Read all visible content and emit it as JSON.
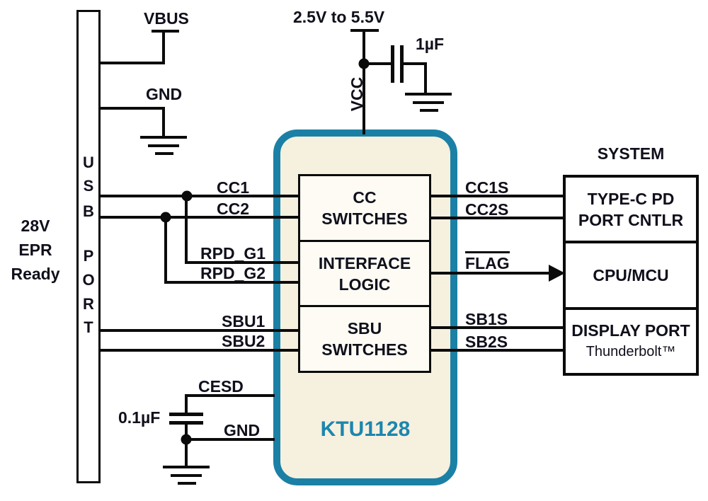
{
  "figure": {
    "chip_name": "KTU1128",
    "supply_note": "2.5V to 5.5V",
    "labels": {
      "vbus": "VBUS",
      "gnd_top": "GND",
      "vcc": "VCC",
      "cap_vcc": "1µF",
      "cap_cesd": "0.1µF",
      "gnd_bottom": "GND",
      "system": "SYSTEM"
    },
    "port_note": {
      "line1": "28V",
      "line2": "EPR",
      "line3": "Ready"
    },
    "usb_port": {
      "letters": [
        "U",
        "S",
        "B",
        "P",
        "O",
        "R",
        "T"
      ]
    },
    "chip_blocks": [
      {
        "line1": "CC",
        "line2": "SWITCHES"
      },
      {
        "line1": "INTERFACE",
        "line2": "LOGIC"
      },
      {
        "line1": "SBU",
        "line2": "SWITCHES"
      }
    ],
    "pins_left": {
      "cc1": "CC1",
      "cc2": "CC2",
      "rpd_g1": "RPD_G1",
      "rpd_g2": "RPD_G2",
      "sbu1": "SBU1",
      "sbu2": "SBU2",
      "cesd": "CESD"
    },
    "pins_right": {
      "cc1s": "CC1S",
      "cc2s": "CC2S",
      "flag": "FLAG",
      "sb1s": "SB1S",
      "sb2s": "SB2S"
    },
    "system_blocks": [
      {
        "line1": "TYPE-C PD",
        "line2": "PORT CNTLR"
      },
      {
        "line1": "CPU/MCU",
        "line2": ""
      },
      {
        "line1": "DISPLAY PORT",
        "line2": "Thunderbolt™"
      }
    ],
    "colors": {
      "chip_border_teal": "#1B80A5",
      "chip_fill_cream": "#F6F0DF",
      "wire_black": "#0b0b0b",
      "chip_name_teal": "#1C86AE"
    }
  }
}
